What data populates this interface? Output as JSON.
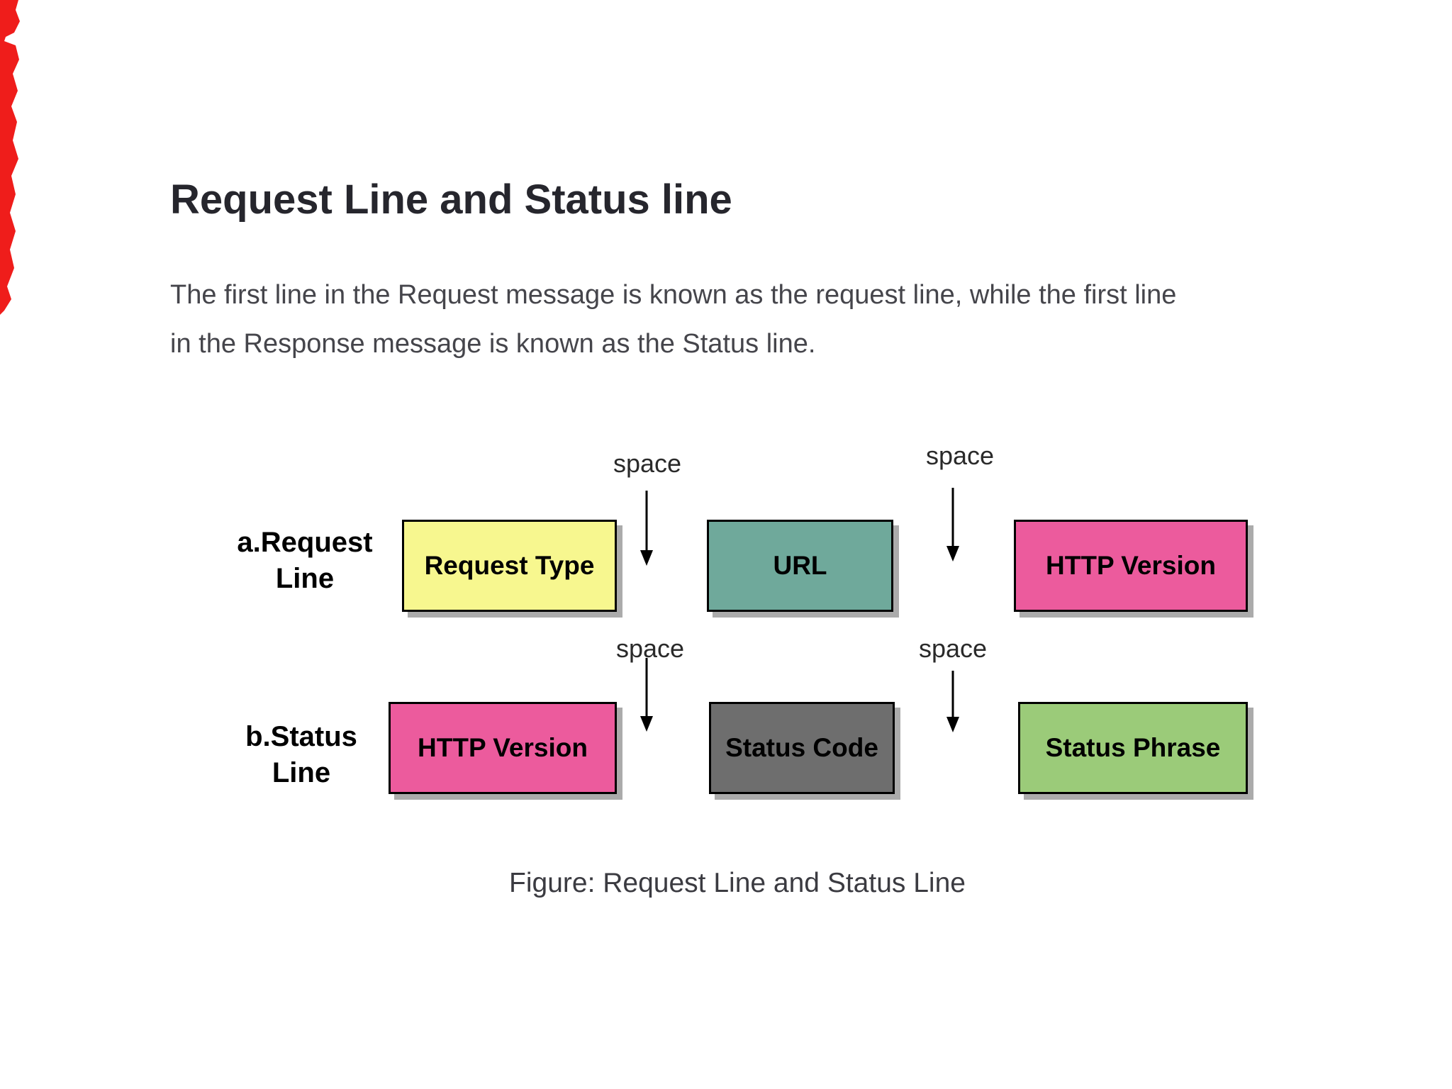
{
  "page": {
    "title": "Request Line and Status line",
    "intro_lines": [
      "The first line in the Request message is known as the request line, while the first line",
      "in the Response message is known as the Status line."
    ],
    "figure_caption": "Figure: Request Line and Status Line"
  },
  "diagram": {
    "space_label": "space",
    "row_a": {
      "label_line1": "a.Request",
      "label_line2": "Line",
      "boxes": [
        {
          "text": "Request Type",
          "fill": "#F7F78F"
        },
        {
          "text": "URL",
          "fill": "#6FA99B"
        },
        {
          "text": "HTTP Version",
          "fill": "#EC5B9D"
        }
      ]
    },
    "row_b": {
      "label_line1": "b.Status",
      "label_line2": "Line",
      "boxes": [
        {
          "text": "HTTP Version",
          "fill": "#EC5B9D"
        },
        {
          "text": "Status Code",
          "fill": "#6E6E6E"
        },
        {
          "text": "Status Phrase",
          "fill": "#9BCB79"
        }
      ]
    },
    "arrow_color": "#000000",
    "box_border_color": "#000000",
    "box_shadow_color": "#ABABAB"
  },
  "decorations": {
    "red_edge_mark_color": "#EF1D1B"
  }
}
